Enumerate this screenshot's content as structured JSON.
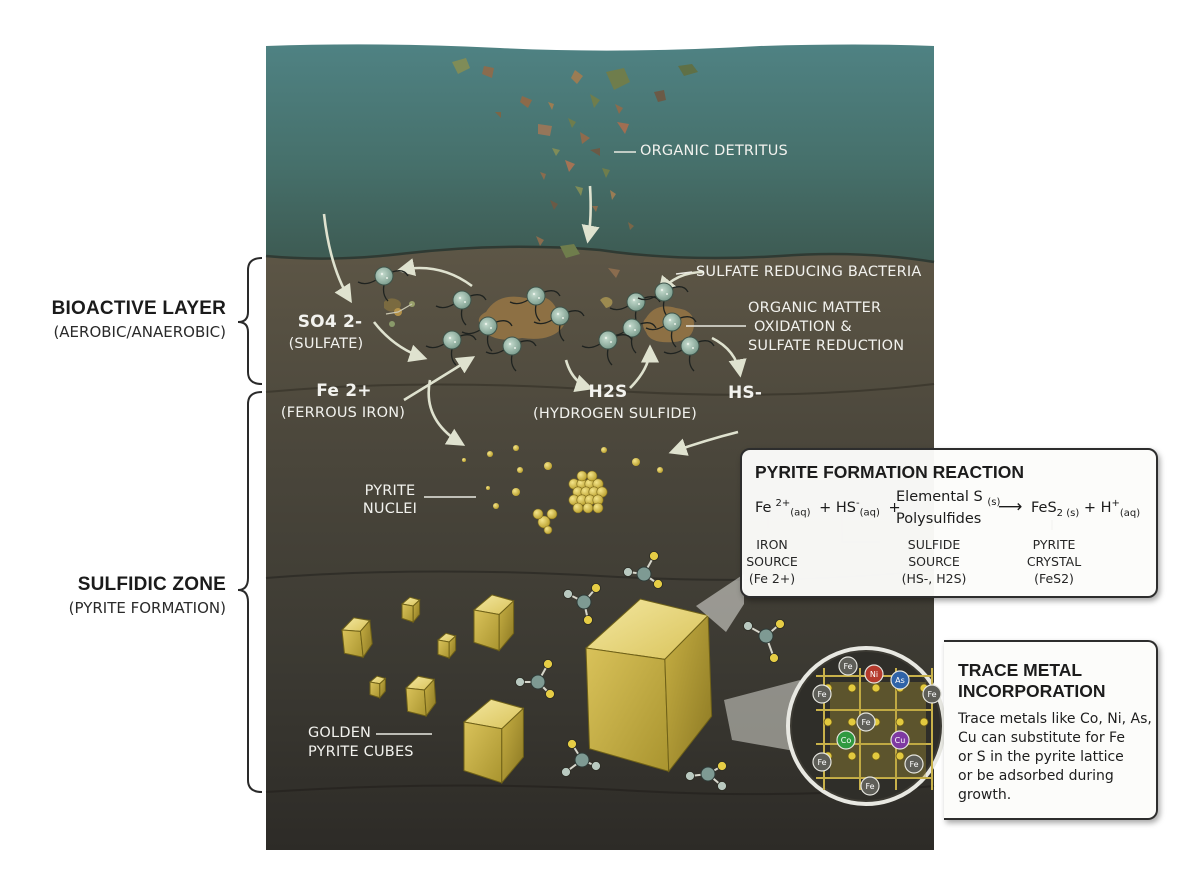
{
  "layers": {
    "bioactive": {
      "title": "BIOACTIVE LAYER",
      "subtitle": "(AEROBIC/ANAEROBIC)"
    },
    "sulfidic": {
      "title": "SULFIDIC ZONE",
      "subtitle": "(PYRITE FORMATION)"
    }
  },
  "labels": {
    "detritus": "ORGANIC DETRITUS",
    "bacteria": "SULFATE REDUCING BACTERIA",
    "oxidation": [
      "ORGANIC MATTER",
      "OXIDATION &",
      "SULFATE REDUCTION"
    ],
    "sulfate_formula": "SO4 2-",
    "sulfate_name": "(SULFATE)",
    "iron_formula": "Fe 2+",
    "iron_name": "(FERROUS IRON)",
    "h2s_formula": "H2S",
    "h2s_name": "(HYDROGEN SULFIDE)",
    "hs_formula": "HS-",
    "nuclei": [
      "PYRITE",
      "NUCLEI"
    ],
    "cubes": [
      "GOLDEN",
      "PYRITE CUBES"
    ]
  },
  "reaction_panel": {
    "title": "PYRITE FORMATION REACTION",
    "equation": {
      "fe": "Fe",
      "fe_sup": "2+",
      "fe_sub": "(aq)",
      "plus1": "+",
      "hs": "HS",
      "hs_sup": "-",
      "hs_sub": "(aq)",
      "plus2": "+",
      "s_line1": "Elemental S",
      "s_sub": "(s)",
      "s_line2": "Polysulfides",
      "arrow": "⟶",
      "fes2": "FeS",
      "fes2_sub": "2 (s)",
      "plus3": "+",
      "h": "H",
      "h_sup": "+",
      "h_sub": "(aq)"
    },
    "iron_source": [
      "IRON",
      "SOURCE",
      "(Fe 2+)"
    ],
    "sulfide_source": [
      "SULFIDE",
      "SOURCE",
      "(HS-, H2S)"
    ],
    "pyrite_crystal": [
      "PYRITE",
      "CRYSTAL",
      "(FeS2)"
    ]
  },
  "trace_panel": {
    "title": [
      "TRACE METAL",
      "INCORPORATION"
    ],
    "body": [
      "Trace metals like Co, Ni, As,",
      "Cu can substitute for Fe",
      "or S in the pyrite lattice",
      "or be adsorbed during",
      "growth."
    ],
    "lattice_atoms": [
      "Fe",
      "Ni",
      "As",
      "Fe",
      "Fe",
      "Fe",
      "Co",
      "Cu",
      "Fe",
      "Fe",
      "Fe"
    ]
  },
  "colors": {
    "water_top": "#4e7f80",
    "water_bottom": "#3f5f57",
    "sediment_top": "#5a5344",
    "sediment_bottom": "#2f2d28",
    "pyrite": "#d8c257",
    "pyrite_dark": "#9c8a2f",
    "bacteria": "#9db8aa",
    "arrow": "#d8dcc8"
  }
}
